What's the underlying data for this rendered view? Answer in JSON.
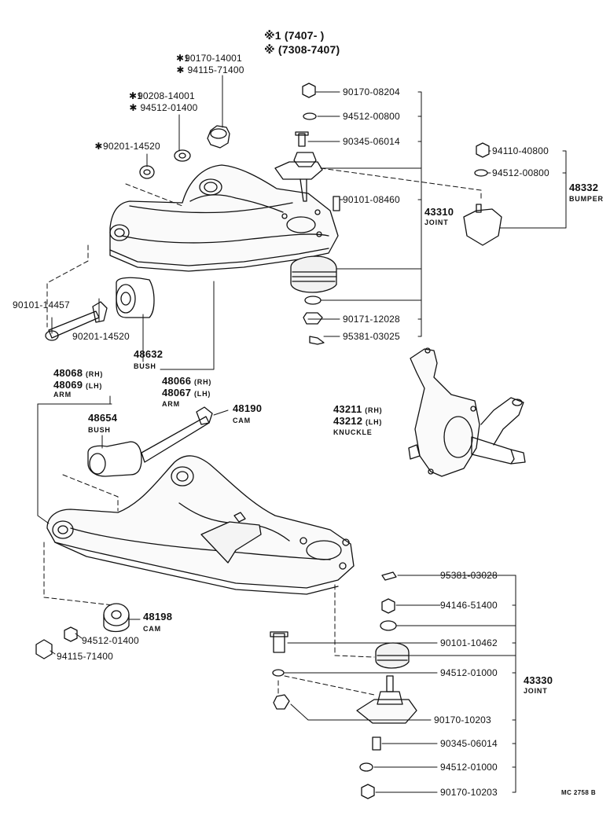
{
  "legend": {
    "line1_mark": "※1",
    "line1_text": "(7407-      )",
    "line2_mark": "※",
    "line2_text": "(7308-7407)"
  },
  "upper_left": {
    "p1_mark": "✱1",
    "p1": "90170-14001",
    "p2_mark": "✱",
    "p2": "94115-71400",
    "p3_mark": "✱1",
    "p3": "90208-14001",
    "p4_mark": "✱",
    "p4": "94512-01400",
    "p5_mark": "✱",
    "p5": "90201-14520",
    "p6": "90101-14457",
    "p7": "90201-14520",
    "bush_num": "48632",
    "bush_name": "BUSH",
    "arm_rh": "48066",
    "arm_rh_tag": "(RH)",
    "arm_lh": "48067",
    "arm_lh_tag": "(LH)",
    "arm_name": "ARM"
  },
  "upper_joint": {
    "p1": "90170-08204",
    "p2": "94512-00800",
    "p3": "90345-06014",
    "p4": "90101-08460",
    "joint_num": "43310",
    "joint_name": "JOINT",
    "p5": "90171-12028",
    "p6": "95381-03025"
  },
  "bumper": {
    "p1": "94110-40800",
    "p2": "94512-00800",
    "num": "48332",
    "name": "BUMPER"
  },
  "lower_left": {
    "arm_rh": "48068",
    "arm_rh_tag": "(RH)",
    "arm_lh": "48069",
    "arm_lh_tag": "(LH)",
    "arm_name": "ARM",
    "bush_num": "48654",
    "bush_name": "BUSH",
    "cam_num": "48190",
    "cam_name": "CAM",
    "cam2_num": "48198",
    "cam2_name": "CAM",
    "p1": "94512-01400",
    "p2": "94115-71400"
  },
  "knuckle": {
    "rh": "43211",
    "rh_tag": "(RH)",
    "lh": "43212",
    "lh_tag": "(LH)",
    "name": "KNUCKLE"
  },
  "lower_joint": {
    "p1": "95381-03028",
    "p2": "94146-51400",
    "p3": "90101-10462",
    "p4": "94512-01000",
    "joint_num": "43330",
    "joint_name": "JOINT",
    "p5": "90170-10203",
    "p6": "90345-06014",
    "p7": "94512-01000",
    "p8": "90170-10203"
  },
  "footer": {
    "code": "MC 2758 B"
  }
}
